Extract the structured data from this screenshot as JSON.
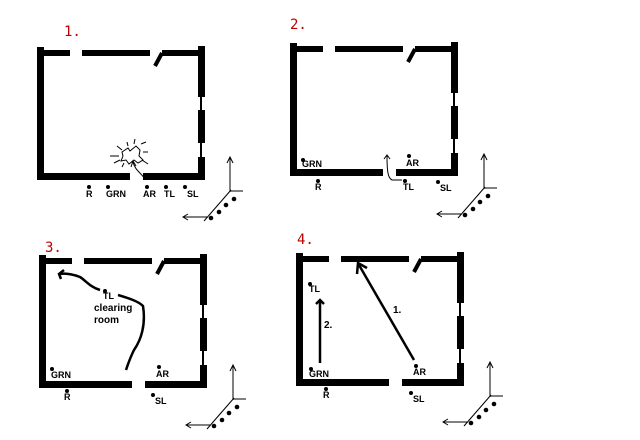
{
  "colors": {
    "step_number": "#c00000",
    "ink": "#000000"
  },
  "panels": [
    {
      "number": "1.",
      "labels": [
        {
          "text": "R"
        },
        {
          "text": "GRN"
        },
        {
          "text": "AR"
        },
        {
          "text": "TL"
        },
        {
          "text": "SL"
        }
      ],
      "annotation": "explosion-burst"
    },
    {
      "number": "2.",
      "labels": [
        {
          "text": "GRN"
        },
        {
          "text": "R"
        },
        {
          "text": "AR"
        },
        {
          "text": "TL"
        },
        {
          "text": "SL"
        }
      ]
    },
    {
      "number": "3.",
      "labels": [
        {
          "text": "TL"
        },
        {
          "text": "GRN"
        },
        {
          "text": "R"
        },
        {
          "text": "AR"
        },
        {
          "text": "SL"
        }
      ],
      "note_line1": "clearing",
      "note_line2": "room"
    },
    {
      "number": "4.",
      "labels": [
        {
          "text": "TL"
        },
        {
          "text": "GRN"
        },
        {
          "text": "R"
        },
        {
          "text": "AR"
        },
        {
          "text": "SL"
        }
      ],
      "arrow_labels": [
        "1.",
        "2."
      ]
    }
  ]
}
